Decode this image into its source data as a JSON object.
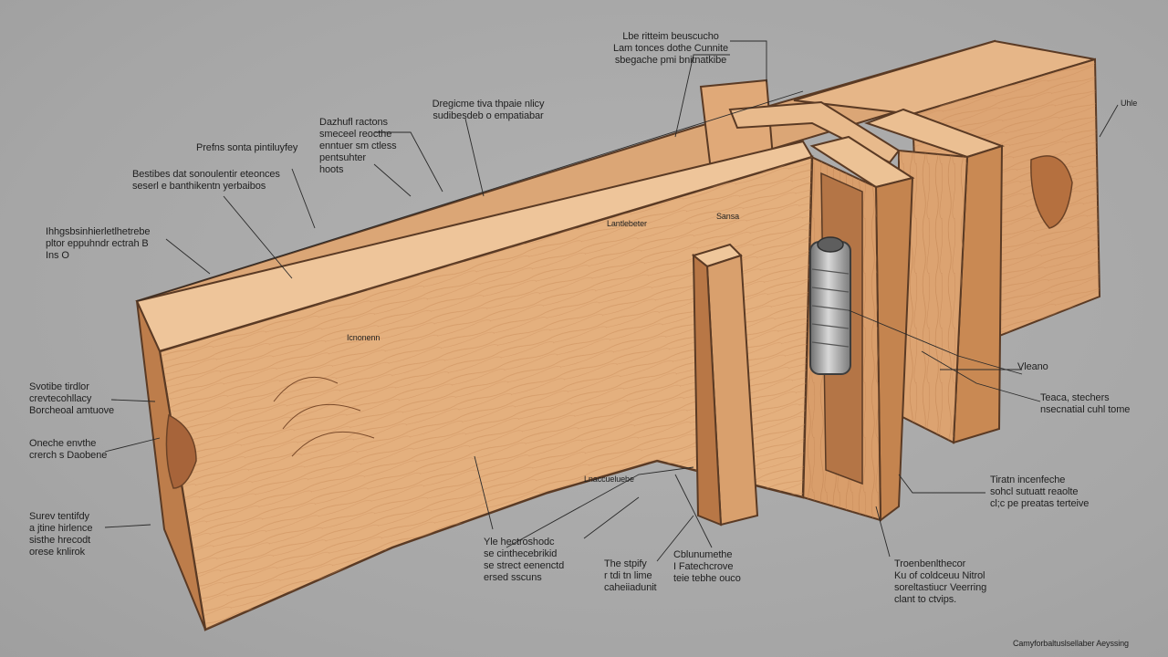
{
  "diagram": {
    "colors": {
      "background": "#a9a9a9",
      "wood_light": "#e2ae7d",
      "wood_mid": "#d49a64",
      "wood_dark": "#b9774a",
      "outline": "#5a3a24",
      "metal": "#9a9a9a",
      "leader": "#2a2a2a"
    },
    "labels": [
      {
        "id": "top_center",
        "text": "Lbe ritteim beuscucho\nLam tonces dothe Cunnite\nsbegache pmi bnitnatkibe"
      },
      {
        "id": "upper_center",
        "text": "Dregicme tiva thpaie nlicy\nsudibesdeb o empatiabar"
      },
      {
        "id": "upper_left_a",
        "text": "Dazhufl ractons\nsmeceel reocthe\nenntuer sm ctless\npentsuhter\nhoots"
      },
      {
        "id": "upper_left_b",
        "text": "Prefns sonta pintiluyfey"
      },
      {
        "id": "left_1",
        "text": "Bestibes dat sonoulentir eteonces\nseserl e banthikentn yerbaibos"
      },
      {
        "id": "left_2",
        "text": "Ihhgsbsinhierletlhetrebe\npltor eppuhndr ectrah B\nIns O"
      },
      {
        "id": "left_3",
        "text": "Svotibe tirdlor\ncrevtecohllacy\nBorcheoal amtuove"
      },
      {
        "id": "left_4",
        "text": "Oneche envthe\ncrerch s Daobene"
      },
      {
        "id": "left_5",
        "text": "Surev tentifdy\na jtine hirlence\nsisthe hrecodt\norese knlirok"
      },
      {
        "id": "board_center",
        "text": "Lantlebeter"
      },
      {
        "id": "board_upper",
        "text": "Sansa"
      },
      {
        "id": "board_mid",
        "text": "Icnonenn"
      },
      {
        "id": "board_lower",
        "text": "Lnaccueluebe"
      },
      {
        "id": "right_top",
        "text": "Uhle"
      },
      {
        "id": "right_1",
        "text": "Vleano"
      },
      {
        "id": "right_2",
        "text": "Teaca, stechers\nnsecnatial cuhl tome"
      },
      {
        "id": "right_3",
        "text": "Tiratn incenfeche\nsohcl sutuatt reaolte\ncl;c pe preatas terteive"
      },
      {
        "id": "bottom_1",
        "text": "Yle hectroshodc\nse cinthecebrikid\nse strect eenenctd\nersed sscuns"
      },
      {
        "id": "bottom_2",
        "text": "The stpify\nr tdi tn lime\ncaheiiadunit"
      },
      {
        "id": "bottom_3",
        "text": "Cblunumethe\nI Fatechcrove\nteie tebhe ouco"
      },
      {
        "id": "bottom_4",
        "text": "Troenbenlthecor\nKu of coldceuu Nitrol\nsoreltastiucr Veerring\nclant to ctvips."
      },
      {
        "id": "corner",
        "text": "Camyforbaltuslsellaber Aeyssing"
      }
    ]
  }
}
